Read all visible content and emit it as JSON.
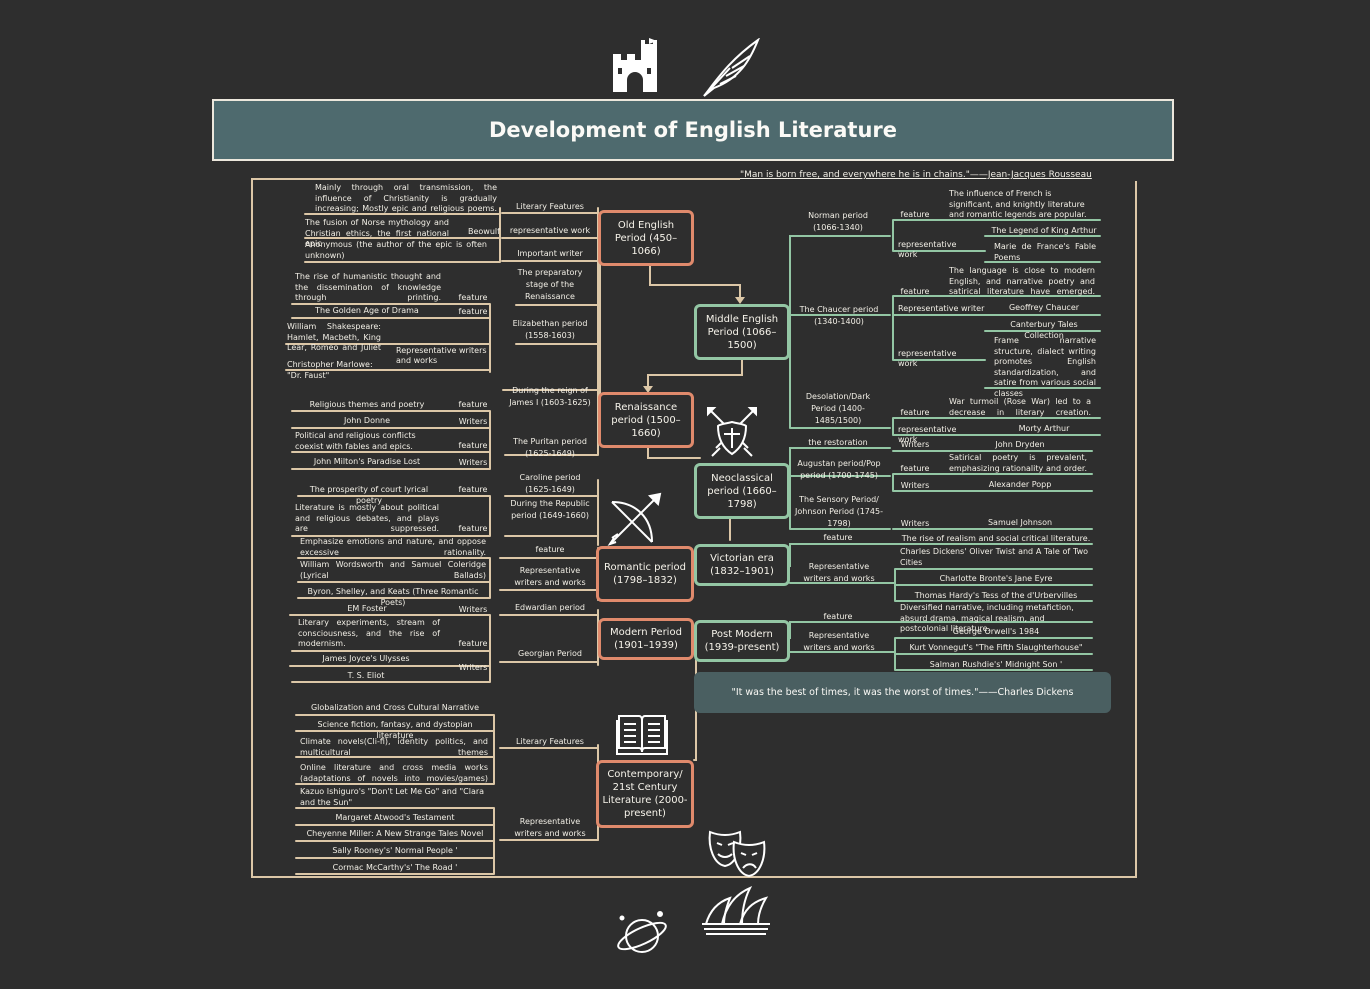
{
  "title": "Development of English Literature",
  "quotes": {
    "rousseau": "\"Man is born free, and everywhere he is in chains.\"——Jean-Jacques Rousseau",
    "dickens": "\"It was the best of times, it was the worst of times.\"——Charles Dickens"
  },
  "icons": [
    "castle-icon",
    "feather-quill-icon",
    "crossed-swords-shield-icon",
    "bow-arrow-icon",
    "open-book-icon",
    "theater-masks-icon",
    "planet-icon",
    "opera-house-icon"
  ],
  "colors": {
    "background": "#2e2e2e",
    "title_bar": "#4e6a6e",
    "orange_accent": "#e08a6c",
    "green_accent": "#93c6a4",
    "tan_line": "#dcc7a7"
  },
  "nodes": {
    "old_english": "Old English Period (450–1066)",
    "middle_english": "Middle English Period (1066–1500)",
    "renaissance": "Renaissance period (1500–1660)",
    "neoclassical": "Neoclassical period (1660–1798)",
    "romantic": "Romantic period (1798–1832)",
    "victorian": "Victorian era (1832–1901)",
    "modern": "Modern Period (1901–1939)",
    "post_modern": "Post Modern (1939-present)",
    "contemporary": "Contemporary/ 21st Century Literature (2000-present)"
  },
  "old_english": {
    "lit_features_label": "Literary Features",
    "lit_features_text": "Mainly through oral transmission, the influence of Christianity is gradually increasing; Mostly epic and religious poems.",
    "rep_work_label": "representative work",
    "rep_work_text": "The fusion of Norse mythology and Christian ethics, the first national epic",
    "rep_work_name": "Beowulf",
    "writer_label": "Important writer",
    "writer_text": "Anonymous (the author of the epic is often unknown)"
  },
  "renaissance": {
    "prep_label": "The preparatory stage of the Renaissance",
    "prep_feature_label": "feature",
    "prep_feature_text": "The rise of humanistic thought and the dissemination of knowledge through printing.",
    "eliz_label": "Elizabethan period (1558-1603)",
    "eliz_feature_label": "feature",
    "eliz_feature_text": "The Golden Age of Drama",
    "eliz_writers_label": "Representative writers and works",
    "eliz_writer_1": "William Shakespeare: Hamlet, Macbeth, King Lear, Romeo and Juliet",
    "eliz_writer_2": "Christopher Marlowe: \"Dr. Faust\"",
    "james_label": "During the reign of James I (1603-1625)",
    "james_feature_label": "feature",
    "james_feature_text": "Religious themes and poetry",
    "james_writers_label": "Writers",
    "james_writer": "John Donne",
    "puritan_label": "The Puritan period (1625-1649)",
    "puritan_feature_label": "feature",
    "puritan_feature_text": "Political and religious conflicts coexist with fables and epics.",
    "puritan_writers_label": "Writers",
    "puritan_writer": "John Milton's Paradise Lost",
    "caroline_label": "Caroline period (1625-1649)",
    "caroline_feature_label": "feature",
    "caroline_feature_text": "The prosperity of court lyrical poetry",
    "republic_label": "During the Republic period (1649-1660)",
    "republic_feature_label": "feature",
    "republic_feature_text": "Literature is mostly about political and religious debates, and plays are suppressed."
  },
  "romantic": {
    "feature_label": "feature",
    "feature_text": "Emphasize emotions and nature, and oppose excessive rationality.",
    "writers_label": "Representative writers and works",
    "writer_1": "William Wordsworth and Samuel Coleridge (Lyrical Ballads)",
    "writer_2": "Byron, Shelley, and Keats (Three Romantic Poets)"
  },
  "modern": {
    "edwardian_label": "Edwardian period",
    "edwardian_writers_label": "Writers",
    "edwardian_writer": "EM Foster",
    "georgian_label": "Georgian Period",
    "georgian_feature_label": "feature",
    "georgian_feature_text": "Literary experiments, stream of consciousness, and the rise of modernism.",
    "georgian_writers_label": "Writers",
    "georgian_writer_1": "James Joyce's Ulysses",
    "georgian_writer_2": "T. S. Eliot"
  },
  "contemporary": {
    "features_label": "Literary Features",
    "feature_1": "Globalization and Cross Cultural Narrative",
    "feature_2": "Science fiction, fantasy, and dystopian literature",
    "feature_3": "Climate novels(Cli-fi), identity politics, and multicultural themes",
    "feature_4": "Online literature and cross media works (adaptations of novels into movies/games)",
    "writers_label": "Representative writers and works",
    "writer_1": "Kazuo Ishiguro's \"Don't Let Me Go\" and \"Clara and the Sun\"",
    "writer_2": "Margaret Atwood's Testament",
    "writer_3": "Cheyenne Miller: A New Strange Tales Novel",
    "writer_4": "Sally Rooney's' Normal People '",
    "writer_5": "Cormac McCarthy's' The Road '"
  },
  "middle_english": {
    "norman_label": "Norman period (1066-1340)",
    "norman_feature_label": "feature",
    "norman_feature_text": "The influence of French is significant, and knightly literature and romantic legends are popular.",
    "norman_work_label": "representative work",
    "norman_work_1": "The Legend of King Arthur",
    "norman_work_2": "Marie de France's Fable Poems",
    "chaucer_label": "The Chaucer period (1340-1400)",
    "chaucer_feature_label": "feature",
    "chaucer_feature_text": "The language is close to modern English, and narrative poetry and satirical literature have emerged.",
    "chaucer_writer_label": "Representative writer",
    "chaucer_writer": "Geoffrey Chaucer",
    "chaucer_work_label": "representative work",
    "chaucer_work_1": "Canterbury Tales Collection",
    "chaucer_work_2": "Frame narrative structure, dialect writing promotes English standardization, and satire from various social classes",
    "desolation_label": "Desolation/Dark Period (1400-1485/1500)",
    "desolation_feature_label": "feature",
    "desolation_feature_text": "War turmoil (Rose War) led to a decrease in literary creation.",
    "desolation_work_label": "representative work",
    "desolation_work": "Morty Arthur"
  },
  "neoclassical": {
    "restoration_label": "the restoration",
    "restoration_writers_label": "Writers",
    "restoration_writer": "John Dryden",
    "augustan_label": "Augustan period/Pop period (1700-1745)",
    "augustan_feature_label": "feature",
    "augustan_feature_text": "Satirical poetry is prevalent, emphasizing rationality and order.",
    "augustan_writers_label": "Writers",
    "augustan_writer": "Alexander Popp",
    "sensory_label": "The Sensory Period/ Johnson Period (1745-1798)",
    "sensory_writers_label": "Writers",
    "sensory_writer": "Samuel Johnson"
  },
  "victorian": {
    "feature_label": "feature",
    "feature_text": "The rise of realism and social critical literature.",
    "writers_label": "Representative writers and works",
    "writer_1": "Charles Dickens' Oliver Twist and A Tale of Two Cities",
    "writer_2": "Charlotte Bronte's Jane Eyre",
    "writer_3": "Thomas Hardy's Tess of the d'Urbervilles"
  },
  "post_modern": {
    "feature_label": "feature",
    "feature_text": "Diversified narrative, including metafiction, absurd drama, magical realism, and postcolonial literature.",
    "writers_label": "Representative writers and works",
    "writer_1": "George Orwell's 1984",
    "writer_2": "Kurt Vonnegut's \"The Fifth Slaughterhouse\"",
    "writer_3": "Salman Rushdie's' Midnight Son '"
  }
}
